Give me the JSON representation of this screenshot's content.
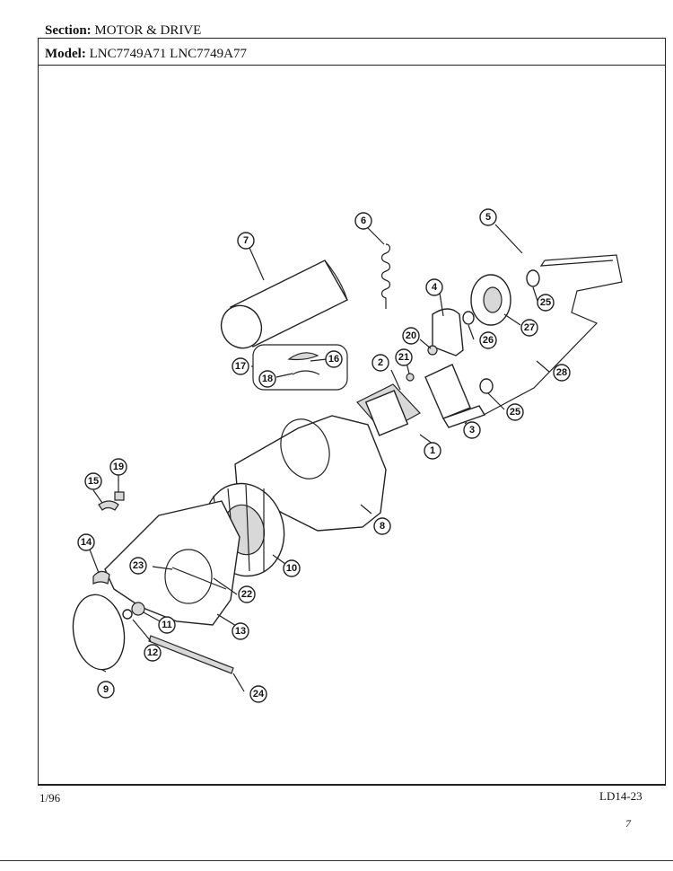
{
  "header": {
    "section_label": "Section:",
    "section_value": "MOTOR & DRIVE",
    "model_label": "Model:",
    "model_value": "LNC7749A71  LNC7749A77"
  },
  "footer": {
    "date": "1/96",
    "page_code": "LD14-23"
  },
  "stray_mark": "7",
  "callouts": [
    "1",
    "2",
    "3",
    "4",
    "5",
    "6",
    "7",
    "8",
    "9",
    "10",
    "11",
    "12",
    "13",
    "14",
    "15",
    "16",
    "17",
    "18",
    "19",
    "20",
    "21",
    "22",
    "23",
    "24",
    "25",
    "25",
    "26",
    "27",
    "28"
  ]
}
